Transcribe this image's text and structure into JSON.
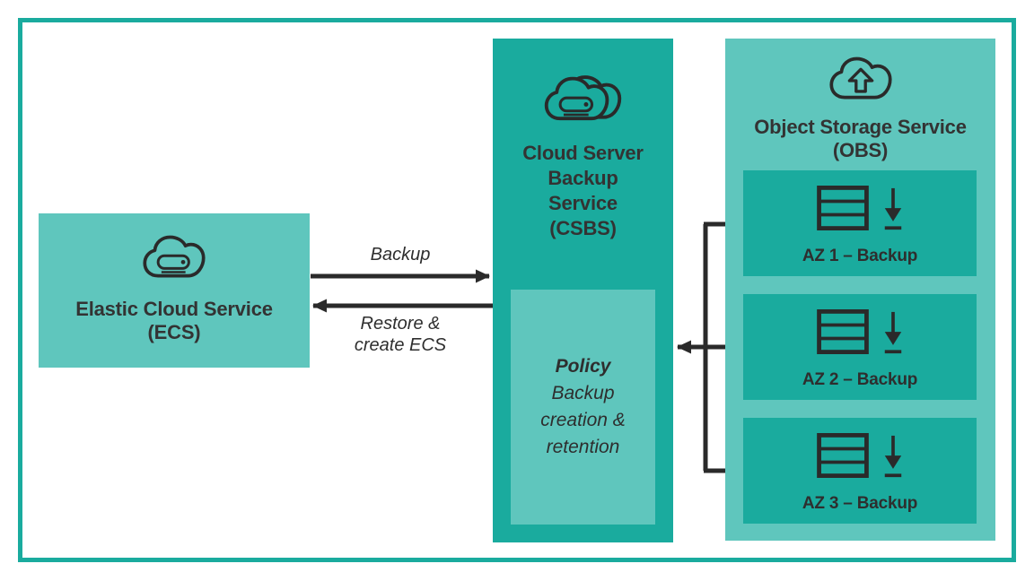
{
  "colors": {
    "teal_dark": "#1aab9e",
    "teal_light": "#5fc6bd",
    "border": "#1aab9e",
    "text_dark": "#333333",
    "arrow": "#2a2a2a"
  },
  "nodes": {
    "ecs": {
      "lines": [
        "Elastic Cloud Service",
        "(ECS)"
      ],
      "icon": "cloud-server-icon"
    },
    "csbs": {
      "lines": [
        "Cloud Server",
        "Backup",
        "Service",
        "(CSBS)"
      ],
      "icon": "cloud-backup-icon"
    },
    "policy": {
      "heading": "Policy",
      "lines": [
        "Backup",
        "creation &",
        "retention"
      ]
    },
    "obs": {
      "lines": [
        "Object Storage Service",
        "(OBS)"
      ],
      "icon": "cloud-upload-icon"
    },
    "az": [
      {
        "label": "AZ 1 – Backup",
        "icons": [
          "server-stack-icon",
          "download-icon"
        ]
      },
      {
        "label": "AZ 2 – Backup",
        "icons": [
          "server-stack-icon",
          "download-icon"
        ]
      },
      {
        "label": "AZ 3 – Backup",
        "icons": [
          "server-stack-icon",
          "download-icon"
        ]
      }
    ]
  },
  "edges": {
    "backup_label": "Backup",
    "restore_label_line1": "Restore &",
    "restore_label_line2": "create ECS"
  }
}
